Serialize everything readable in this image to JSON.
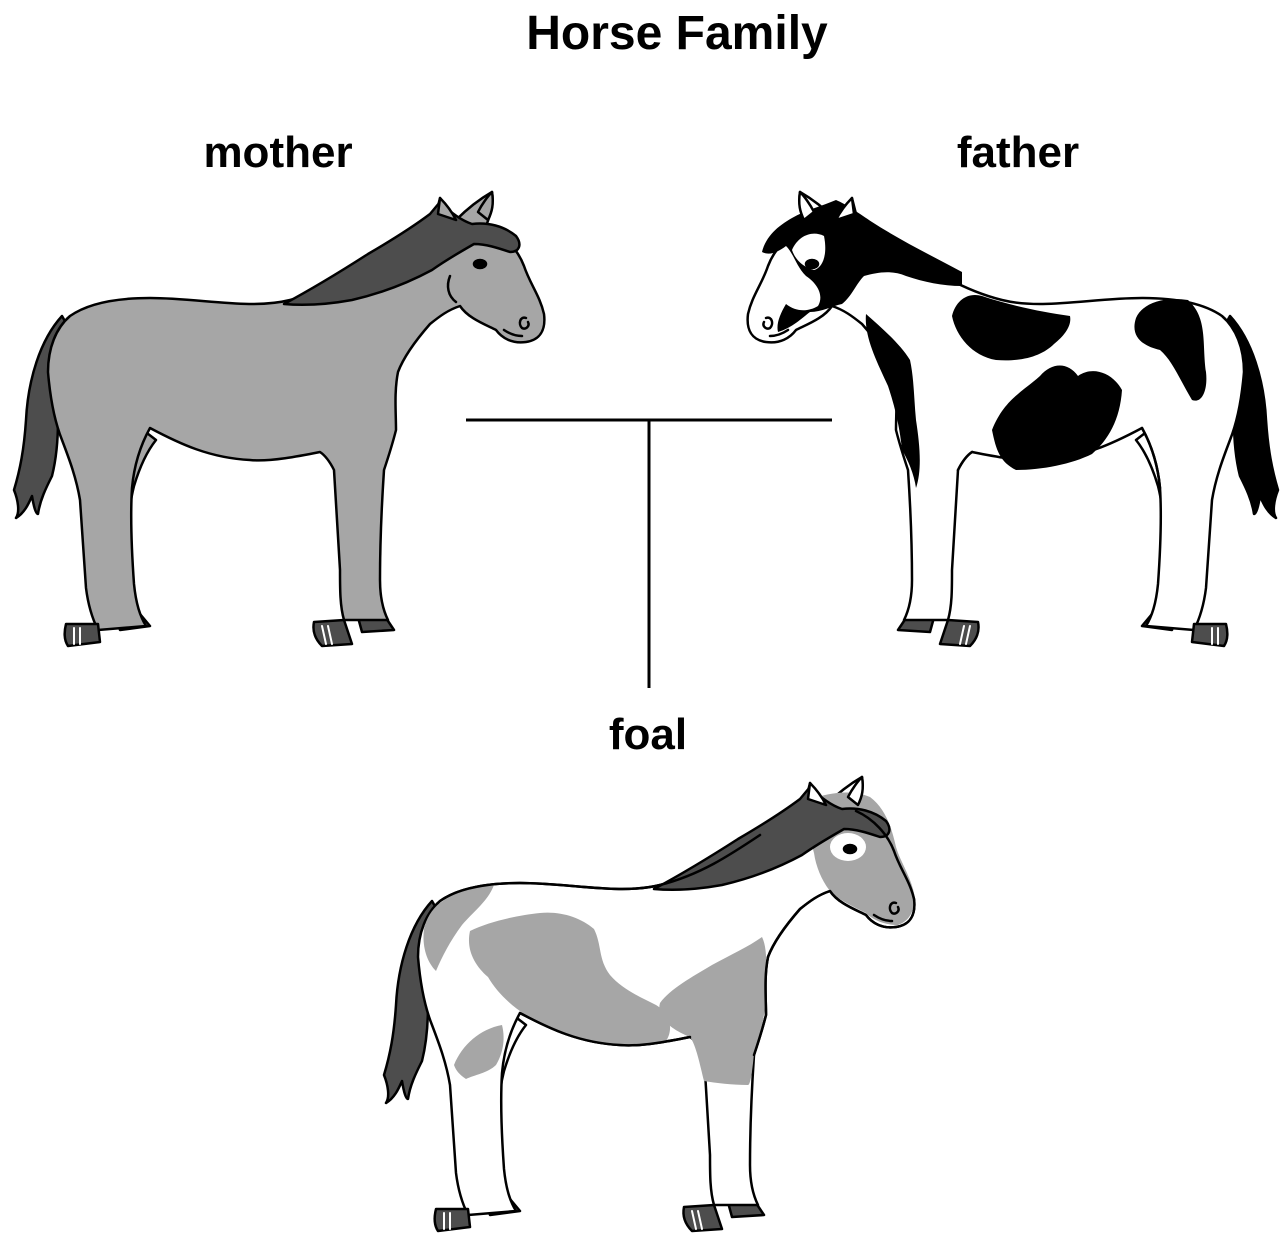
{
  "title": "Horse Family",
  "labels": {
    "mother": "mother",
    "father": "father",
    "foal": "foal"
  },
  "colors": {
    "coat_gray": "#a6a6a6",
    "mane_dark": "#4d4d4d",
    "patch_black": "#000000",
    "white": "#ffffff",
    "outline": "#000000"
  }
}
